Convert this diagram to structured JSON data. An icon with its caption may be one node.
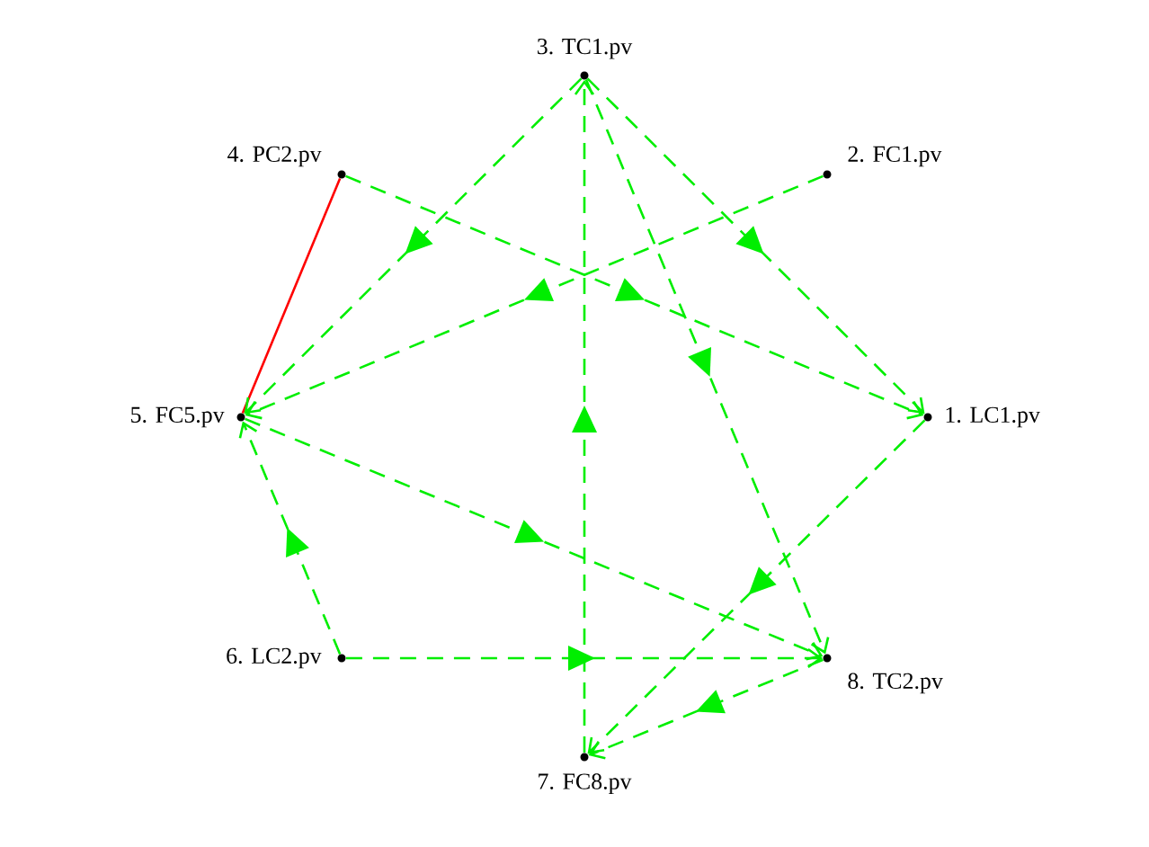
{
  "diagram": {
    "nodes": [
      {
        "text": [],
        "shape": "circle",
        "beside": [
          "1. LC1.pv"
        ]
      },
      {
        "text": [],
        "shape": "circle",
        "beside": [
          "2. FC1.pv"
        ]
      },
      {
        "text": [],
        "shape": "circle",
        "beside": [
          "3. TC1.pv"
        ]
      },
      {
        "text": [],
        "shape": "circle",
        "beside": [
          "4. PC2.pv"
        ]
      },
      {
        "text": [],
        "shape": "circle",
        "beside": [
          "5. FC5.pv"
        ]
      },
      {
        "text": [],
        "shape": "circle",
        "beside": [
          "6. LC2.pv"
        ]
      },
      {
        "text": [],
        "shape": "circle",
        "beside": [
          "7. FC8.pv"
        ]
      },
      {
        "text": [],
        "shape": "circle",
        "beside": [
          "8. TC2.pv"
        ]
      }
    ],
    "edges": [
      {
        "from": 3,
        "to": 4,
        "arrow": "none",
        "color": "#ff0000"
      },
      {
        "from": 2,
        "to": 4,
        "arrow": "to",
        "style": "dashed"
      },
      {
        "from": 3,
        "to": 0,
        "arrow": "to",
        "style": "dashed"
      },
      {
        "from": 1,
        "to": 4,
        "arrow": "to",
        "style": "dashed"
      },
      {
        "from": 2,
        "to": 0,
        "arrow": "to",
        "style": "dashed"
      },
      {
        "from": 2,
        "to": 7,
        "arrow": "to",
        "style": "dashed"
      },
      {
        "from": 6,
        "to": 2,
        "arrow": "to",
        "style": "dashed"
      },
      {
        "from": 4,
        "to": 7,
        "arrow": "to",
        "style": "dashed"
      },
      {
        "from": 5,
        "to": 4,
        "arrow": "to",
        "style": "dashed"
      },
      {
        "from": 5,
        "to": 7,
        "arrow": "to",
        "style": "dashed"
      },
      {
        "from": 0,
        "to": 6,
        "arrow": "to",
        "style": "dashed"
      },
      {
        "from": 7,
        "to": 6,
        "arrow": "to",
        "style": "dashed"
      }
    ]
  }
}
